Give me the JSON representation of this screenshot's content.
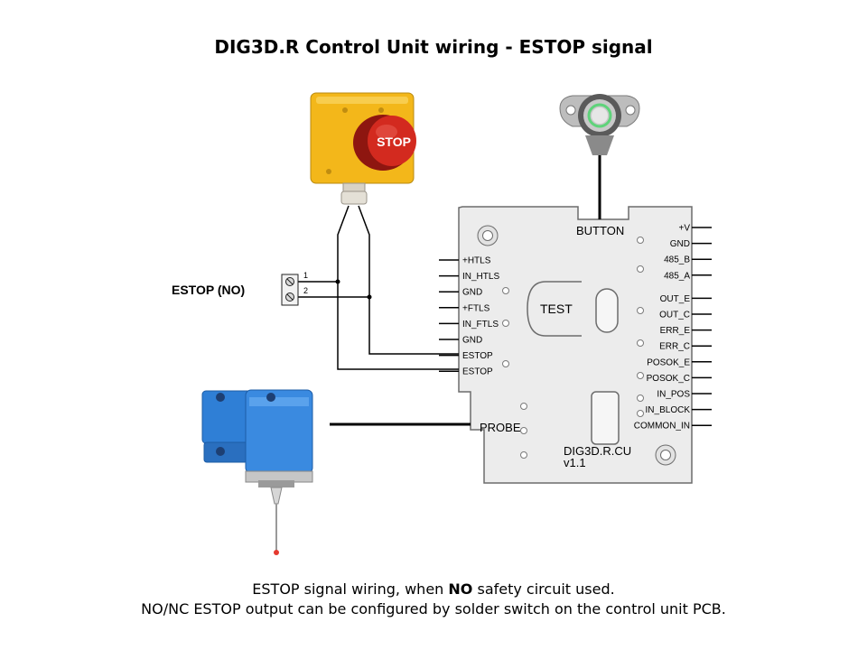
{
  "title": "DIG3D.R Control Unit wiring - ESTOP signal",
  "caption": {
    "line1_before": "ESTOP signal wiring, when ",
    "line1_bold": "NO",
    "line1_after": " safety circuit used.",
    "line2": "NO/NC ESTOP output can be configured by solder switch on the control unit PCB."
  },
  "stop_button": {
    "label": "STOP"
  },
  "terminal": {
    "label": "ESTOP (NO)",
    "pin1": "1",
    "pin2": "2"
  },
  "board": {
    "button_label": "BUTTON",
    "test_label": "TEST",
    "probe_label": "PROBE",
    "model": "DIG3D.R.CU",
    "version": "v1.1",
    "left_pins": [
      "+HTLS",
      "IN_HTLS",
      "GND",
      "+FTLS",
      "IN_FTLS",
      "GND",
      "ESTOP",
      "ESTOP"
    ],
    "right_pins": [
      "+V",
      "GND",
      "485_B",
      "485_A",
      "OUT_E",
      "OUT_C",
      "ERR_E",
      "ERR_C",
      "POSOK_E",
      "POSOK_C",
      "IN_POS",
      "IN_BLOCK",
      "COMMON_IN"
    ]
  },
  "colors": {
    "stop_box": "#f3b71a",
    "stop_red": "#d32a1f",
    "probe_blue": "#2f7fd6",
    "board_fill": "#ececec",
    "button_ring": "#5fd37a"
  }
}
